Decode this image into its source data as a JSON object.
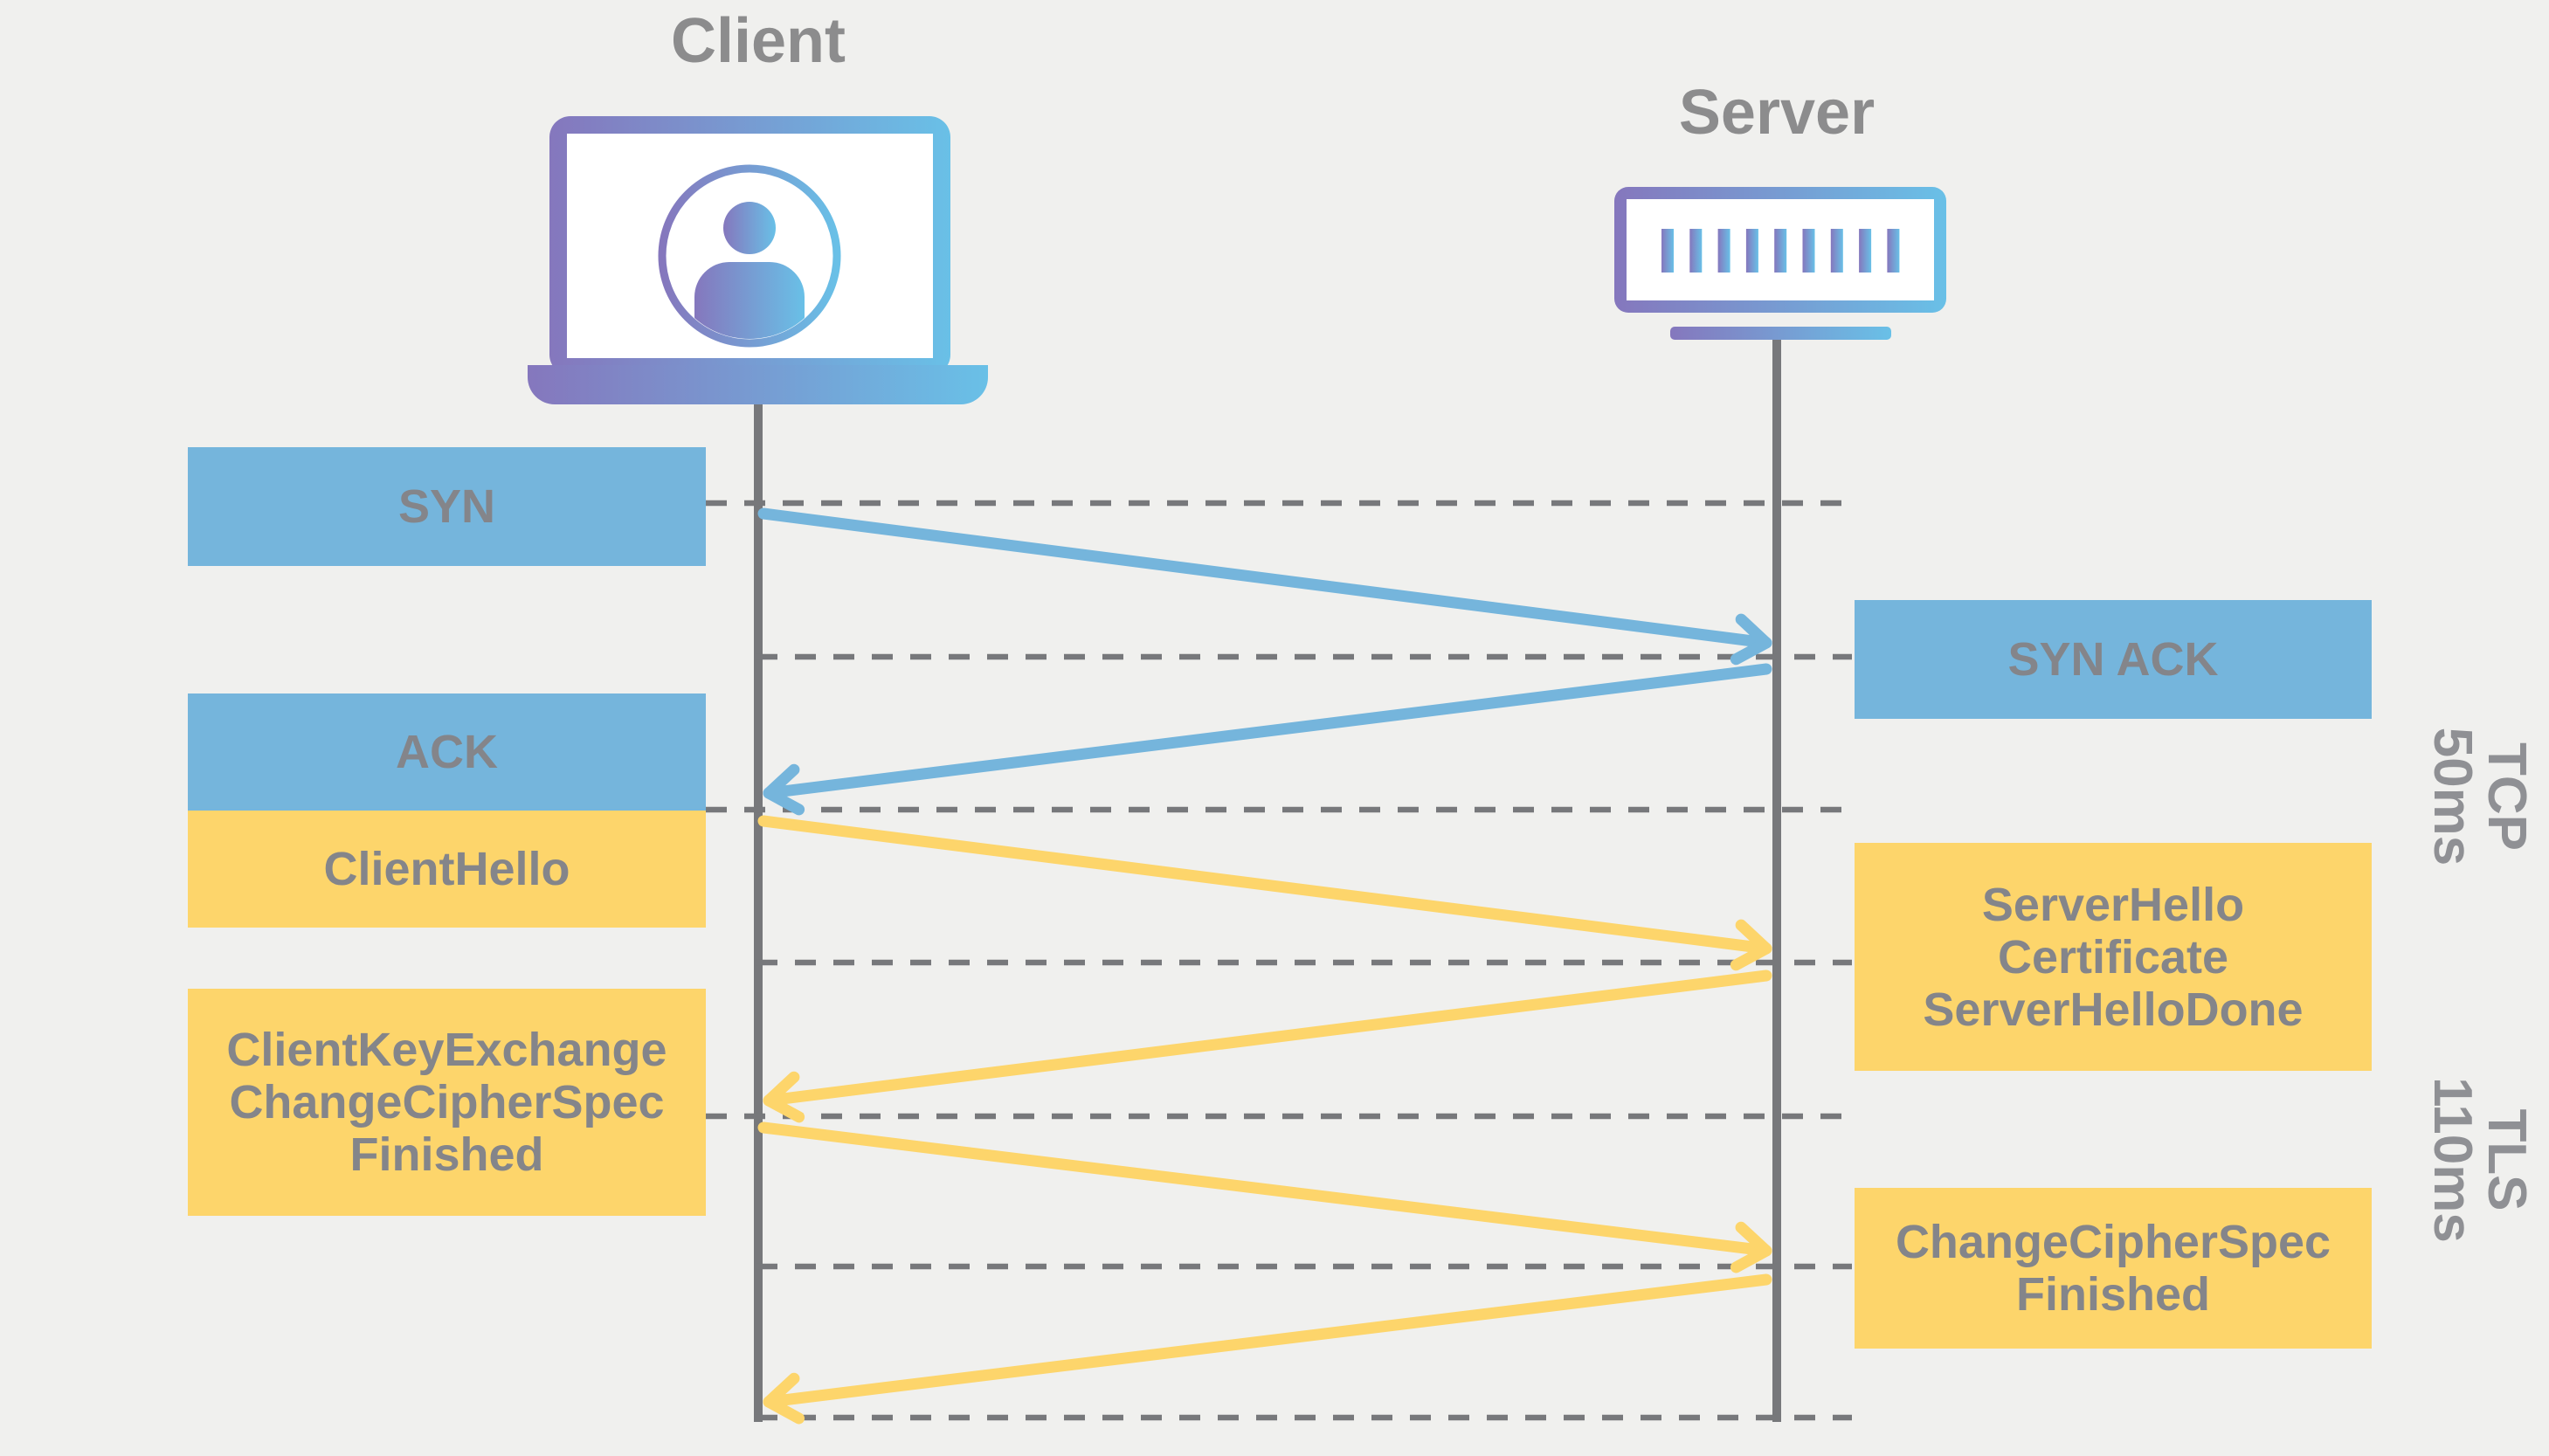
{
  "actors": {
    "client": {
      "label": "Client",
      "icon": "laptop-user-icon"
    },
    "server": {
      "label": "Server",
      "icon": "server-rack-icon"
    }
  },
  "boxes": {
    "syn": {
      "label": "SYN"
    },
    "syn_ack": {
      "label": "SYN ACK"
    },
    "ack": {
      "label": "ACK"
    },
    "client_hello": {
      "label": "ClientHello"
    },
    "server_hello": {
      "lines": [
        "ServerHello",
        "Certificate",
        "ServerHelloDone"
      ]
    },
    "client_key_exchange": {
      "lines": [
        "ClientKeyExchange",
        "ChangeCipherSpec",
        "Finished"
      ]
    },
    "change_cipher_spec": {
      "lines": [
        "ChangeCipherSpec",
        "Finished"
      ]
    }
  },
  "phases": {
    "tcp": {
      "protocol": "TCP",
      "latency": "50ms"
    },
    "tls": {
      "protocol": "TLS",
      "latency": "110ms"
    }
  },
  "colors": {
    "tcp_message_blue": "#75b5dc",
    "tls_message_yellow": "#fdd56b",
    "line_gray": "#77787b",
    "box_text_gray": "#84858a",
    "title_gray": "#8c8c8d",
    "phase_text_gray": "#8f9094",
    "icon_gradient_start": "#8577bd",
    "icon_gradient_end": "#69c0e7",
    "background": "#f0f0ee"
  }
}
